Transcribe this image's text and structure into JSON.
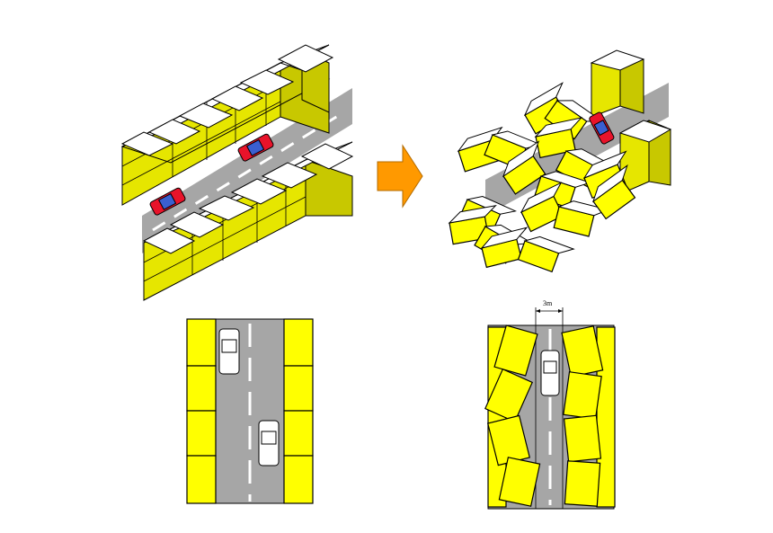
{
  "diagram": {
    "panels": [
      "iso-before",
      "iso-after",
      "plan-before",
      "plan-after"
    ],
    "arrow_color": "#ff9900",
    "block_color": "#ffff00",
    "road_color": "#a6a6a6",
    "car_color": "#e8132a",
    "dimension_label": "3m"
  }
}
